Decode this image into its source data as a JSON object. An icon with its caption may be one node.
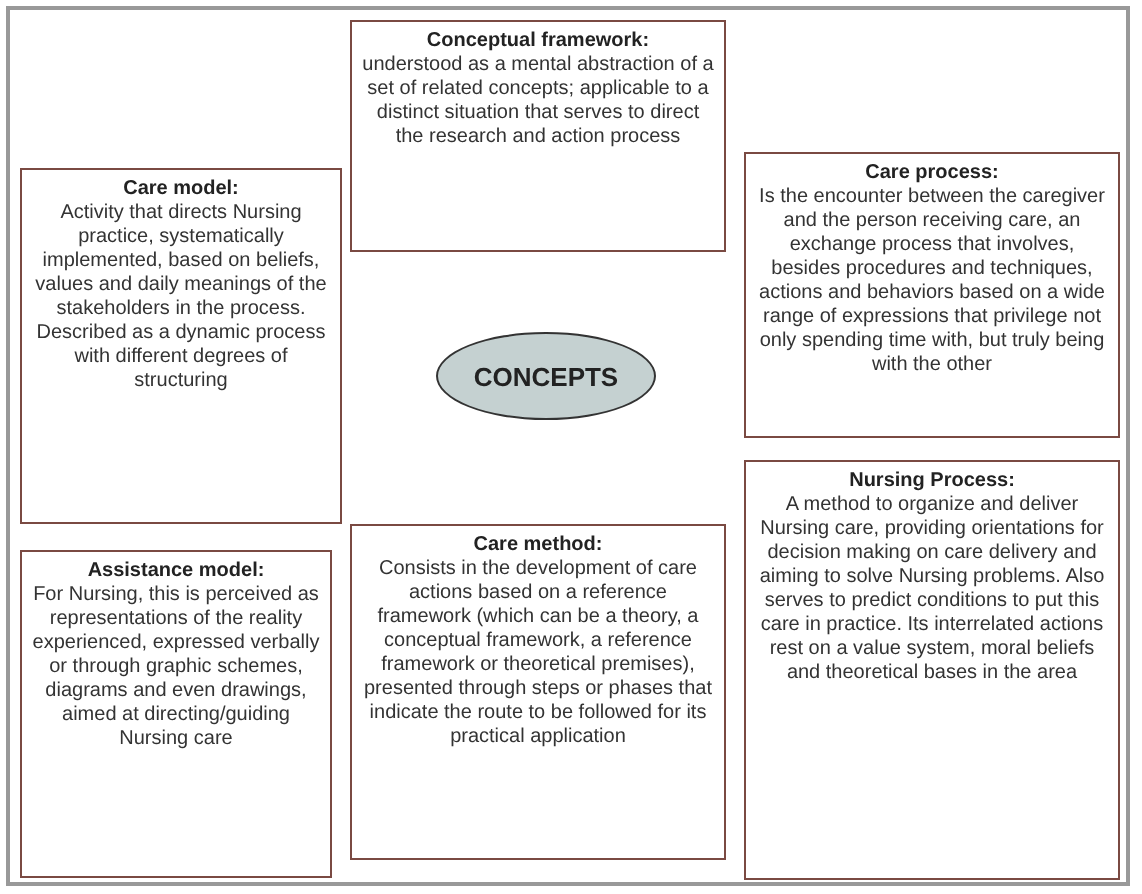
{
  "diagram": {
    "nodes": [
      {
        "text": [
          "Conceptual framework:",
          "understood as a mental abstraction of a set of related concepts; applicable to a distinct situation that serves to direct the research and action process"
        ]
      },
      {
        "text": [
          "Care model:",
          "Activity that directs Nursing practice, systematically implemented, based on beliefs, values and daily meanings of the stakeholders in the process. Described as a dynamic process with different degrees of structuring"
        ]
      },
      {
        "text": [
          "Care process:",
          "Is the encounter between the caregiver and the person receiving care, an exchange process that involves, besides procedures and techniques, actions and behaviors based on a wide range of expressions that privilege not only spending time with, but truly being with the other"
        ]
      },
      {
        "text": [
          "CONCEPTS"
        ]
      },
      {
        "text": [
          "Assistance model:",
          "For Nursing, this is perceived as representations of the reality experienced, expressed verbally or through graphic schemes, diagrams and even drawings, aimed at directing/guiding Nursing care"
        ]
      },
      {
        "text": [
          "Care method:",
          "Consists in the development of care actions based on a reference framework (which can be a theory, a conceptual framework, a reference framework or theoretical premises), presented through steps or phases that indicate the route to be followed for its practical application"
        ]
      },
      {
        "text": [
          "Nursing Process:",
          "A method to organize and deliver Nursing care, providing orientations for decision making on care delivery and aiming to solve Nursing problems. Also serves to predict conditions to put this care in practice. Its interrelated actions rest on a value system, moral beliefs and theoretical bases in the area"
        ]
      }
    ]
  }
}
